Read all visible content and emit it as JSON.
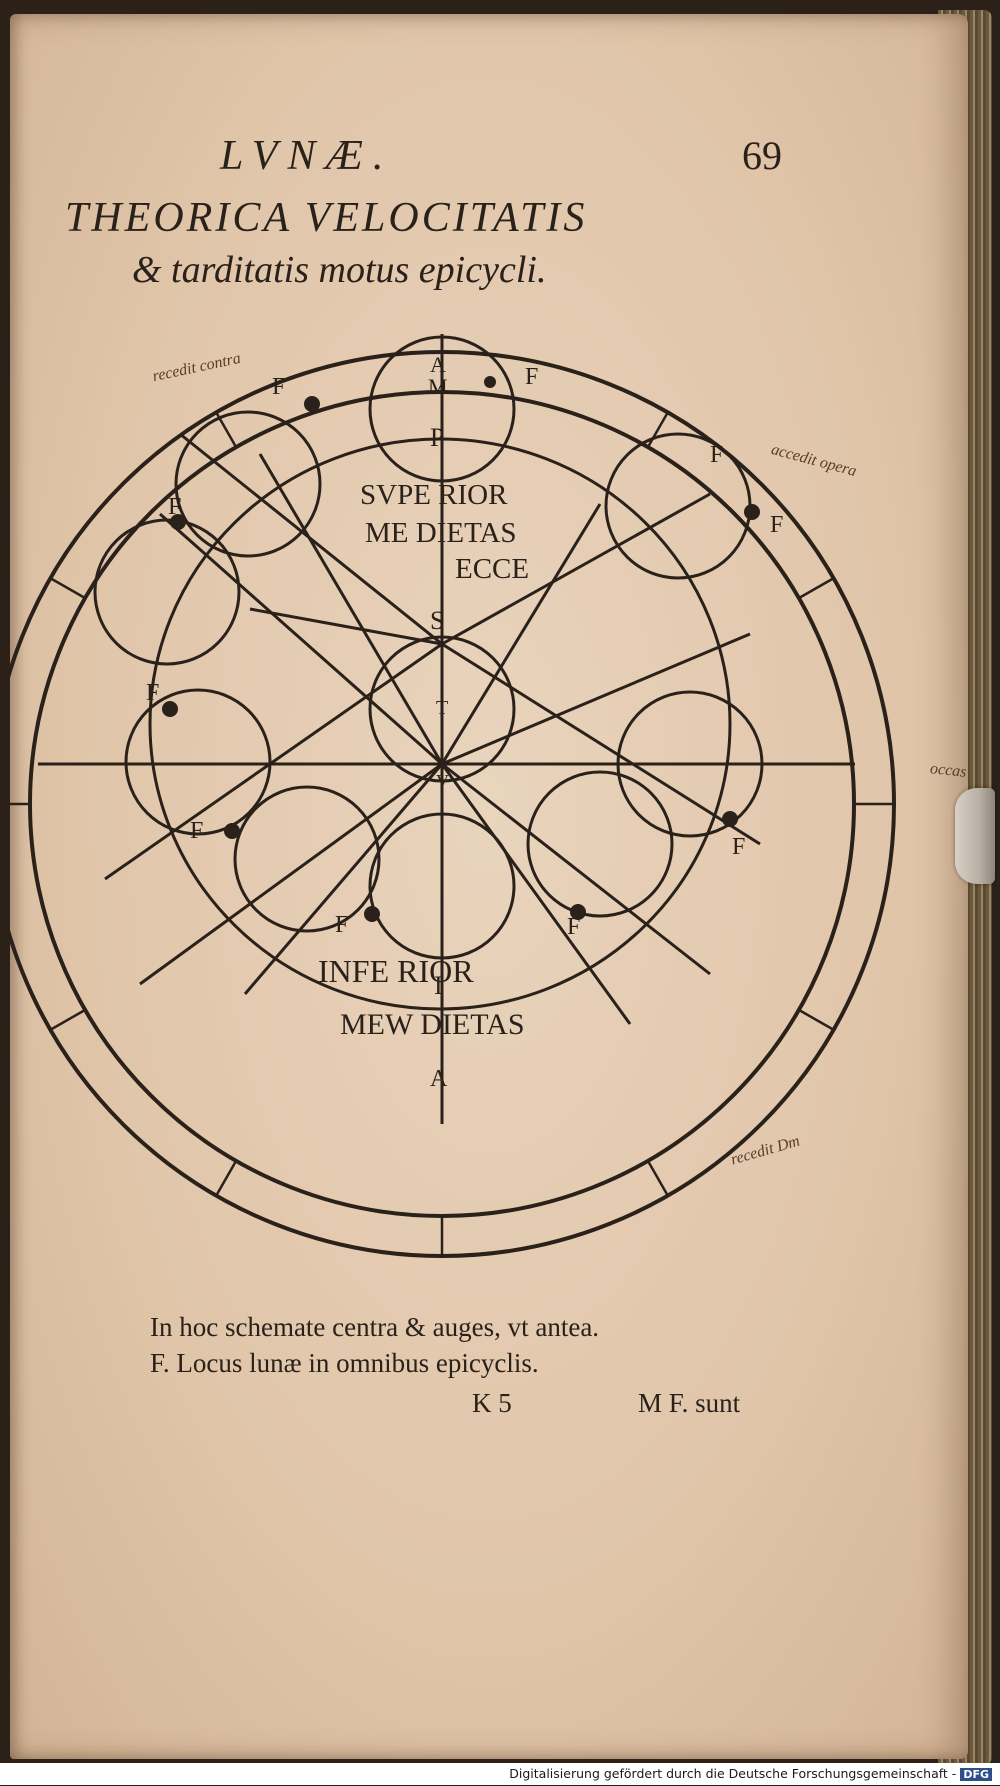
{
  "page": {
    "running_head": "LVNÆ.",
    "page_number": "69",
    "title_line_1": "THEORICA VELOCITATIS",
    "title_line_2": "& tarditatis motus epicycli.",
    "caption_line_1": "In hoc schemate centra & auges, vt antea.",
    "caption_line_2": "F. Locus lunæ in omnibus epicyclis.",
    "signature": "K 5",
    "catchword": "M F. sunt"
  },
  "diagram": {
    "region_labels": {
      "superior_1": "SVPE RIOR",
      "superior_2": "ME DIETAS",
      "superior_3": "ECCE",
      "inferior_1": "INFE RIOR",
      "inferior_2": "MEW DIETAS"
    },
    "center_letters": {
      "s": "S",
      "t": "T",
      "v": "V",
      "p": "P",
      "i": "I",
      "m_top": "M",
      "a_top": "A",
      "a_bottom": "A"
    },
    "epicycle_labels": [
      "F",
      "F",
      "F",
      "F",
      "F",
      "F",
      "F",
      "F",
      "F",
      "F"
    ]
  },
  "marginalia": {
    "note_1": "recedit contra",
    "note_2": "accedit opera",
    "note_3": "occas",
    "note_4": "recedit Dm"
  },
  "footer": {
    "text": "Digitalisierung gefördert durch die Deutsche Forschungsgemeinschaft -",
    "badge": "DFG"
  },
  "colors": {
    "paper": "#e4cbb0",
    "ink": "#2a211a",
    "dfg_blue": "#2d4f8a"
  }
}
